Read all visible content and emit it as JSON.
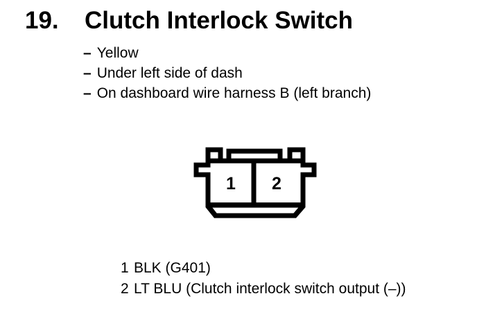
{
  "doc": {
    "section_number": "19.",
    "title": "Clutch Interlock Switch",
    "bullet_prefix": "–",
    "bullets": [
      "Yellow",
      "Under left side of dash",
      "On dashboard wire harness B (left branch)"
    ],
    "connector": {
      "cavities": [
        "1",
        "2"
      ]
    },
    "pins": [
      {
        "number": "1",
        "desc": "BLK (G401)"
      },
      {
        "number": "2",
        "desc": "LT BLU (Clutch interlock switch output (–))"
      }
    ],
    "colors": {
      "ink": "#000000",
      "paper": "#ffffff"
    }
  }
}
